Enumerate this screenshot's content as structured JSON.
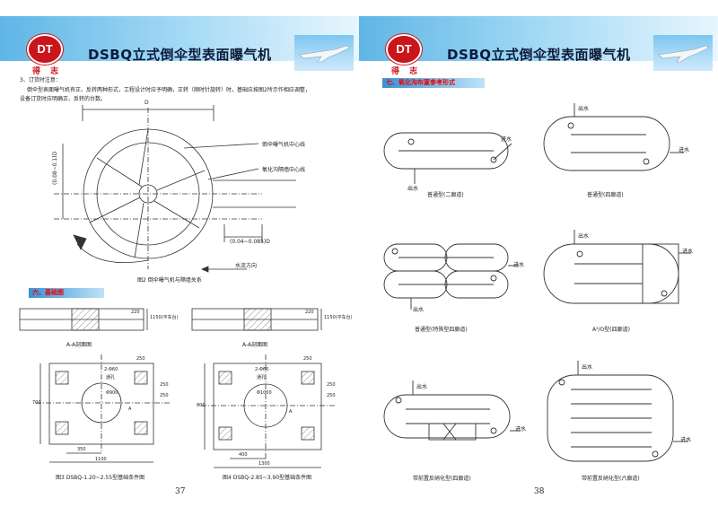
{
  "header": {
    "title": "DSBQ立式倒伞型表面曝气机",
    "logo_text": "DT",
    "logo_subtitle": "得 志"
  },
  "left": {
    "page_number": "37",
    "notes": {
      "line1": "3、订货时注意：",
      "line2": "倒伞型表面曝气机有正、反转两种形式，工程设计时应予明确，正转（顺时针旋转）时，基础应按图2所示作相应调整，",
      "line3": "设备订货时应明确正、反转的台数。"
    },
    "fig2": {
      "dim_D": "D",
      "dim_vertical": "(0.08~0.1)D",
      "dim_offset": "(0.04~0.085)D",
      "label_center": "倒伞曝气机中心线",
      "label_wall": "氧化沟隔墙中心线",
      "label_flow": "水流方向",
      "caption": "图2  倒伞曝气机与隔墙关系"
    },
    "section6": "六、基础图",
    "fig3": {
      "section_label": "A-A剖面图",
      "h1": "220",
      "h2": "1150(平车台)",
      "d250a": "250",
      "d250b": "250",
      "holes": "2-Φ60",
      "hole_note": "通孔",
      "dia": "Φ900",
      "w350": "350",
      "w1100": "1100",
      "h700": "700",
      "h250": "250",
      "markA": "A",
      "caption": "图3 DSBQ-1.20~2.55型基础条件图"
    },
    "fig4": {
      "section_label": "A-A剖面图",
      "h1": "220",
      "h2": "1150(平车台)",
      "d250a": "250",
      "d250b": "250",
      "holes": "2-Φ60",
      "hole_note": "通孔",
      "dia": "Φ1000",
      "w400": "400",
      "w1300": "1300",
      "h800": "800",
      "h250": "250",
      "markA": "A",
      "caption": "图4 DSBQ-2.85~3.90型基础条件图"
    }
  },
  "right": {
    "page_number": "38",
    "section7": "七、氧化沟布置参考形式",
    "label_in": "进水",
    "label_out": "出水",
    "diagrams": [
      {
        "caption": "普通型(二廊道)"
      },
      {
        "caption": "普通型(四廊道)"
      },
      {
        "caption": "普通型(特殊型四廊道)"
      },
      {
        "caption": "A²/O型(四廊道)"
      },
      {
        "caption": "带前置反硝化型(四廊道)"
      },
      {
        "caption": "带前置反硝化型(六廊道)"
      }
    ]
  }
}
